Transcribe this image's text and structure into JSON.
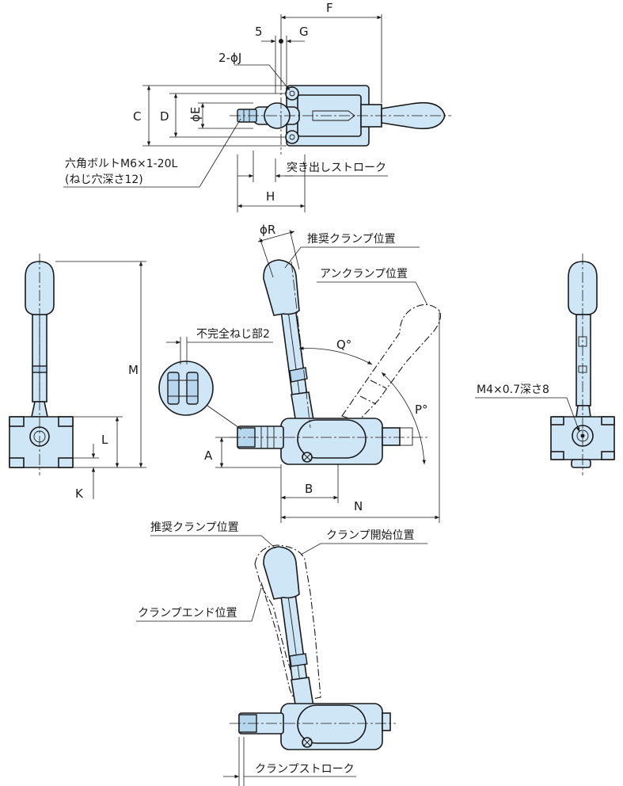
{
  "dimensions": {
    "F": "F",
    "five": "5",
    "G": "G",
    "J": "2-ϕJ",
    "C": "C",
    "D": "D",
    "E": "ϕE",
    "H": "H",
    "R": "ϕR",
    "M": "M",
    "L": "L",
    "K": "K",
    "A": "A",
    "B": "B",
    "N": "N",
    "Q": "Q°",
    "P": "P°"
  },
  "labels": {
    "hex_bolt_line1": "六角ボルトM6×1-20L",
    "hex_bolt_line2": "(ねじ穴深さ12)",
    "stroke_out": "突き出しストローク",
    "recommended_clamp": "推奨クランプ位置",
    "unclamp": "アンクランプ位置",
    "incomplete_thread": "不完全ねじ部2",
    "tap_hole": "M4×0.7深さ8",
    "recommended_clamp_2": "推奨クランプ位置",
    "clamp_start": "クランプ開始位置",
    "clamp_end": "クランプエンド位置",
    "clamp_stroke": "クランプストローク"
  },
  "colors": {
    "part_fill": "#cfe6f6",
    "line": "#1a1a1a"
  }
}
